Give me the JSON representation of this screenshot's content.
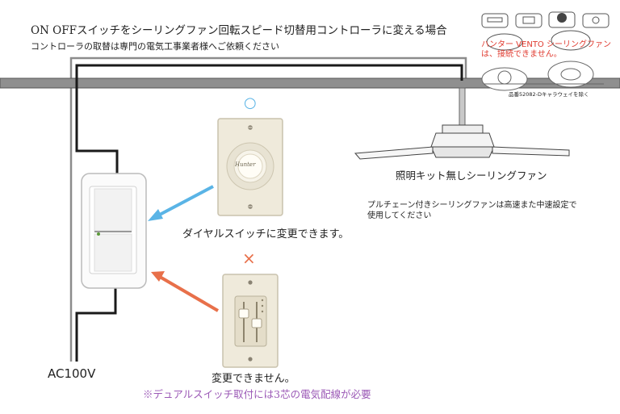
{
  "header": {
    "title": "ON OFFスイッチをシーリングファン回転スピード切替用コントローラに変える場合",
    "subtitle": "コントローラの取替は専門の電気工事業者様へご依頼ください"
  },
  "dial_switch": {
    "label": "ダイヤルスイッチに変更できます。",
    "mark": "○",
    "brand_text": "Hunter"
  },
  "dual_switch": {
    "label": "変更できません。",
    "mark": "×",
    "note": "※デュアルスイッチ取付には3芯の電気配線が必要"
  },
  "fan": {
    "label": "照明キット無しシーリングファン",
    "pullchain_note_line1": "プルチェーン付きシーリングファンは高速また中速設定で",
    "pullchain_note_line2": "使用してください"
  },
  "hunter_note": {
    "line1": "ハンター VENTO シーリングファン",
    "line2": "は、接続できません。",
    "part_note": "品番52082-Dキャラウェイを除く"
  },
  "power": {
    "label": "AC100V"
  },
  "colors": {
    "wire": "#1a1a1a",
    "ceiling": "#8c8c8c",
    "ok_arrow": "#5ab4e6",
    "ng_arrow": "#e8704a",
    "ok_mark": "#5ab4e6",
    "ng_mark": "#e8704a",
    "warn_text": "#9b59b6",
    "red_text": "#e03a2f"
  }
}
